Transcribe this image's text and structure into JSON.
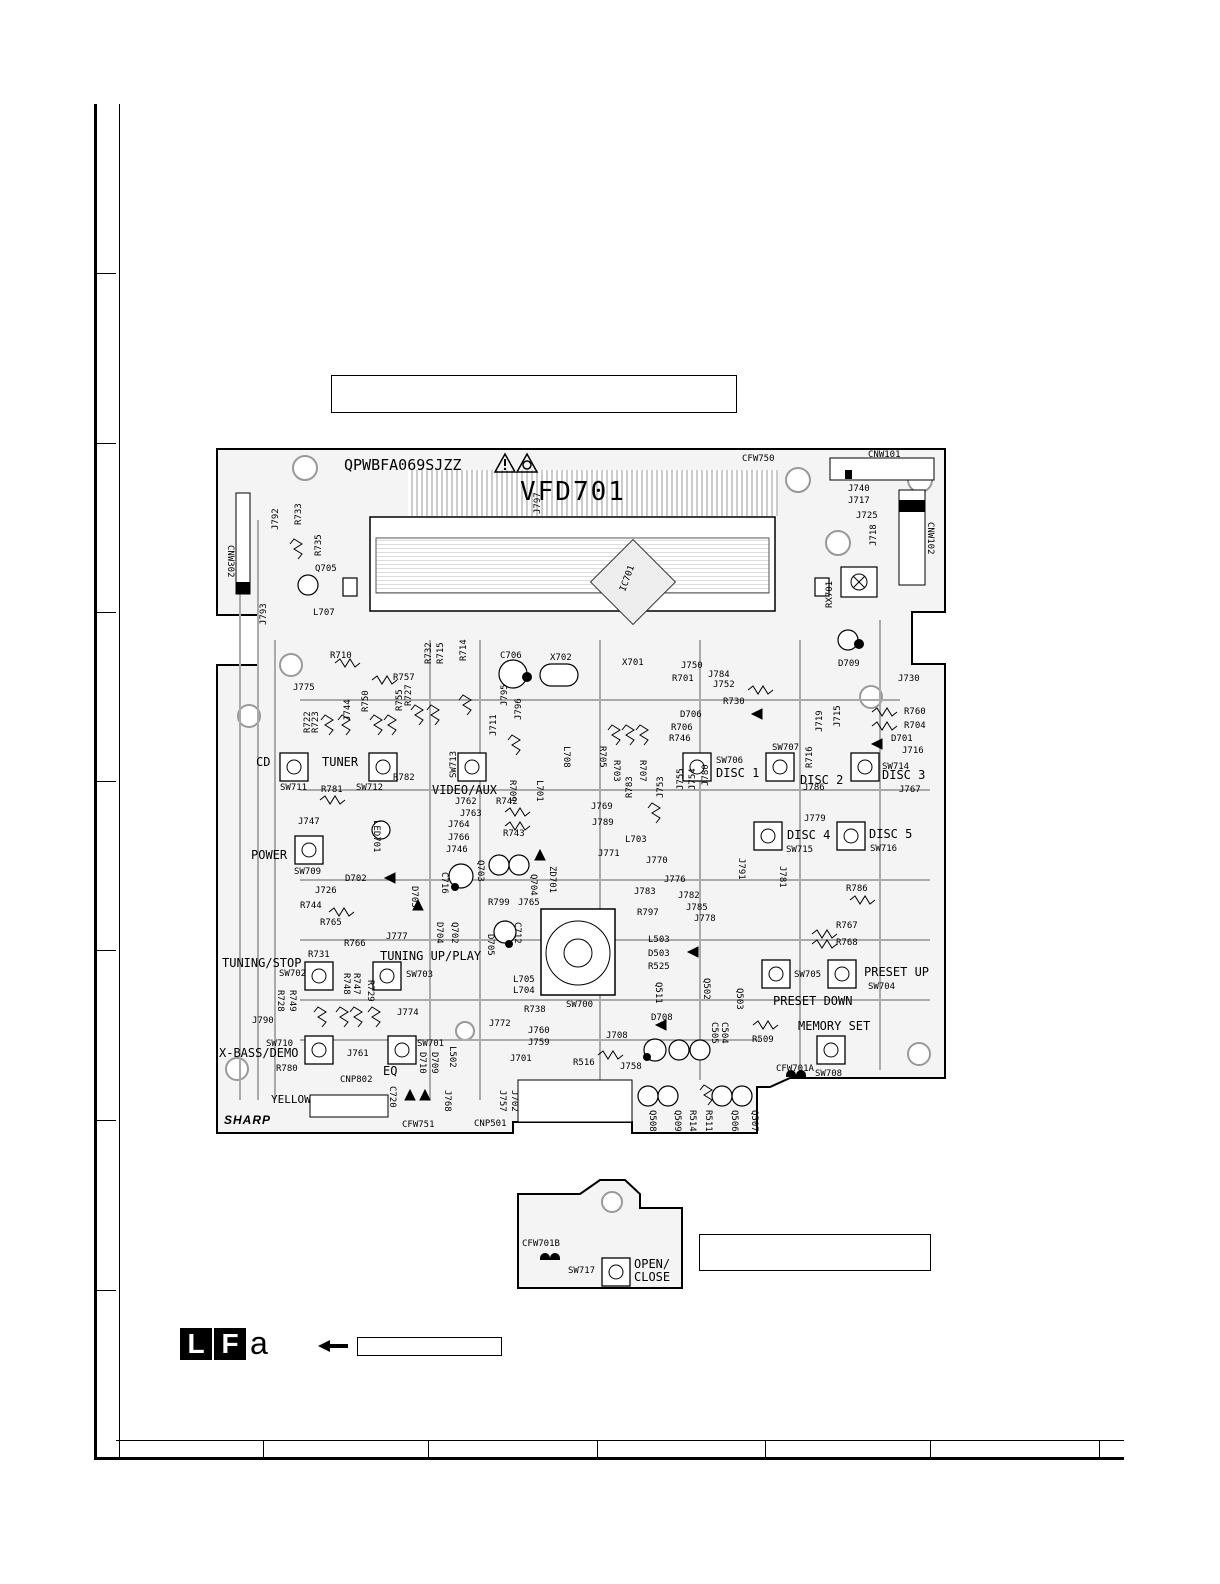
{
  "board": {
    "part_number": "QPWBFA069SJZZ",
    "display": "VFD701",
    "brand": "SHARP",
    "ic": "IC701",
    "connectors": [
      "CNW302",
      "CNW101",
      "CNW102",
      "CFW750",
      "CNP802",
      "CNP501",
      "CFW751",
      "CFW701A"
    ],
    "buttons": [
      {
        "id": "SW711",
        "label": "CD"
      },
      {
        "id": "SW712",
        "label": "TUNER"
      },
      {
        "id": "SW713",
        "label": "VIDEO/AUX"
      },
      {
        "id": "SW706",
        "label": "DISC 1"
      },
      {
        "id": "SW707",
        "label": "DISC 2"
      },
      {
        "id": "SW714",
        "label": "DISC 3"
      },
      {
        "id": "SW715",
        "label": "DISC 4"
      },
      {
        "id": "SW716",
        "label": "DISC 5"
      },
      {
        "id": "SW709",
        "label": "POWER"
      },
      {
        "id": "SW702",
        "label": "TUNING/STOP"
      },
      {
        "id": "SW703",
        "label": "TUNING UP/PLAY"
      },
      {
        "id": "SW705",
        "label": "PRESET DOWN"
      },
      {
        "id": "SW704",
        "label": "PRESET UP"
      },
      {
        "id": "SW710",
        "label": "X-BASS/DEMO"
      },
      {
        "id": "SW701",
        "label": "EQ"
      },
      {
        "id": "SW708",
        "label": "MEMORY SET"
      },
      {
        "id": "SW700",
        "label": ""
      }
    ],
    "wire_label": "YELLOW",
    "components": [
      "R733",
      "R735",
      "J792",
      "Q705",
      "L707",
      "J793",
      "J797",
      "X702",
      "C706",
      "X701",
      "J750",
      "J784",
      "J752",
      "R701",
      "R730",
      "J730",
      "R760",
      "R704",
      "D701",
      "J716",
      "J767",
      "D709",
      "RX701",
      "J718",
      "J725",
      "J717",
      "J740",
      "R710",
      "R757",
      "J775",
      "R722",
      "R723",
      "J744",
      "R750",
      "R755",
      "R727",
      "R732",
      "R715",
      "R714",
      "R782",
      "J711",
      "J795",
      "J796",
      "R709",
      "L701",
      "L708",
      "R705",
      "R703",
      "R707",
      "D706",
      "R706",
      "R746",
      "J719",
      "J715",
      "R716",
      "R781",
      "J762",
      "R742",
      "J763",
      "J764",
      "R743",
      "J766",
      "J746",
      "J769",
      "J789",
      "L703",
      "J771",
      "R783",
      "J753",
      "J755",
      "J754",
      "J780",
      "J786",
      "J779",
      "J747",
      "LED701",
      "D702",
      "D703",
      "Q703",
      "C716",
      "Q704",
      "ZD701",
      "J770",
      "J776",
      "J783",
      "J782",
      "J785",
      "J778",
      "R797",
      "J791",
      "J781",
      "R786",
      "J726",
      "R744",
      "R765",
      "R766",
      "J777",
      "D704",
      "Q702",
      "D705",
      "C712",
      "R799",
      "J765",
      "L503",
      "D503",
      "R525",
      "R767",
      "R768",
      "R731",
      "R748",
      "R747",
      "R729",
      "R728",
      "R749",
      "L705",
      "L704",
      "R738",
      "Q511",
      "Q502",
      "Q503",
      "J790",
      "J774",
      "J772",
      "J760",
      "J759",
      "D708",
      "J708",
      "C505",
      "C504",
      "R509",
      "J761",
      "D710",
      "L502",
      "J701",
      "R516",
      "J758",
      "R780",
      "C720",
      "J768",
      "J757",
      "J702",
      "Q508",
      "Q509",
      "R514",
      "R511",
      "Q506",
      "Q507"
    ]
  },
  "sub_board": {
    "connector": "CFW701B",
    "button": {
      "id": "SW717",
      "label_line1": "OPEN/",
      "label_line2": "CLOSE"
    }
  },
  "legend": {
    "mark_l": "L",
    "mark_f": "F",
    "mark_a": "a"
  }
}
